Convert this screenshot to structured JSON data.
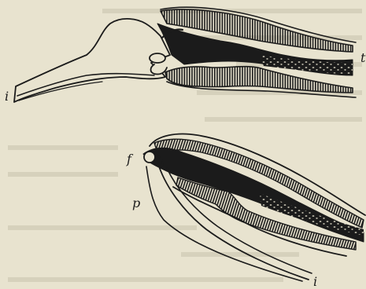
{
  "colors": {
    "paper": "#e8e3cf",
    "ink": "#1b1b1b",
    "bleed_text": "#c9c3ad"
  },
  "labels": {
    "top_i": "i",
    "bottom_f": "f",
    "bottom_p": "p",
    "bottom_i": "i",
    "edge_t": "t"
  }
}
